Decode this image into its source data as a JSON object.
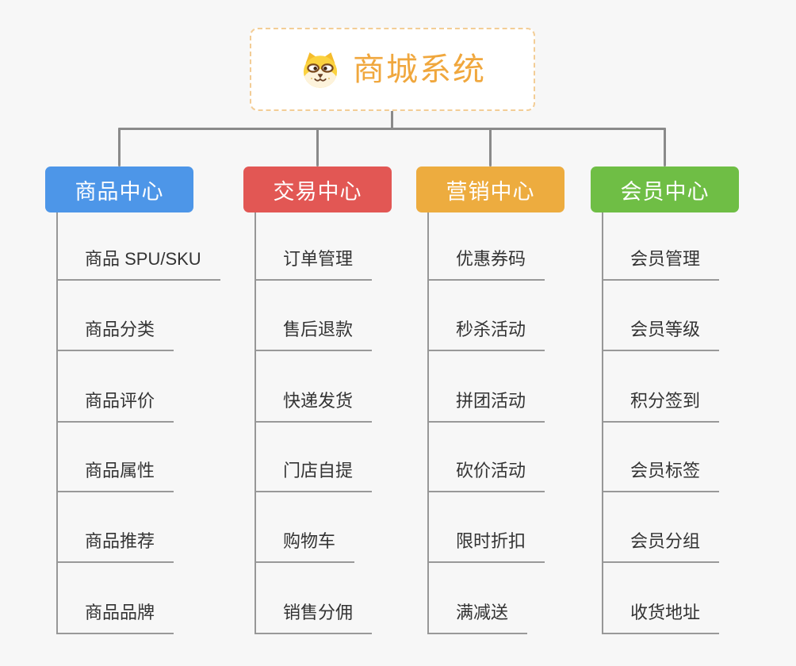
{
  "root": {
    "title": "商城系统",
    "icon": "shiba-dog-icon"
  },
  "branches": [
    {
      "label": "商品中心",
      "color": "#4d96e8",
      "items": [
        "商品 SPU/SKU",
        "商品分类",
        "商品评价",
        "商品属性",
        "商品推荐",
        "商品品牌"
      ]
    },
    {
      "label": "交易中心",
      "color": "#e25754",
      "items": [
        "订单管理",
        "售后退款",
        "快递发货",
        "门店自提",
        "购物车",
        "销售分佣"
      ]
    },
    {
      "label": "营销中心",
      "color": "#edac3f",
      "items": [
        "优惠券码",
        "秒杀活动",
        "拼团活动",
        "砍价活动",
        "限时折扣",
        "满减送"
      ]
    },
    {
      "label": "会员中心",
      "color": "#6fbe45",
      "items": [
        "会员管理",
        "会员等级",
        "积分签到",
        "会员标签",
        "会员分组",
        "收货地址"
      ]
    }
  ],
  "colors": {
    "background": "#f7f7f7",
    "connector": "#8a8a8a",
    "underline": "#999999",
    "root_text": "#f0a73d",
    "root_border": "#f3cd96",
    "item_text": "#333333"
  }
}
